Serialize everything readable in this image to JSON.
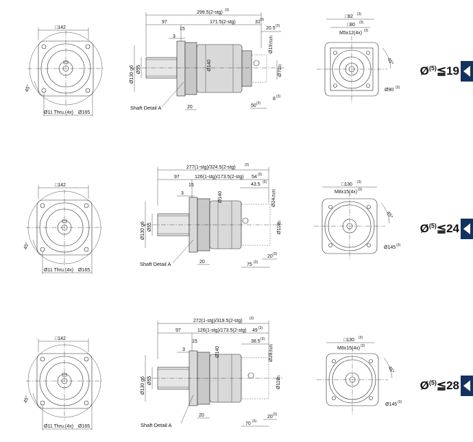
{
  "drawings": [
    {
      "front": {
        "square": "□142",
        "angle": "45°",
        "holes": "Ø11 Thru.(4x)",
        "bolt_circle": "Ø165"
      },
      "side": {
        "overall": "299.5(2-stg)",
        "overall_sup": "(3)",
        "d97": "97",
        "d171": "171.5(2-stg)",
        "d3": "3",
        "d15": "15",
        "d31": "31",
        "d31_sup": "(3)",
        "d20_5": "20.5",
        "d20_5_sup": "(3)",
        "dia130": "Ø130 g6",
        "dia55": "Ø55",
        "dia140": "Ø140",
        "dia19": "Ø19",
        "dia19_sup": "(5)(6)",
        "dia70": "Ø70",
        "dia70_sup": "(3)",
        "d8": "8",
        "d8_sup": "(3)",
        "d50": "50",
        "d50_sup": "(3)",
        "d20": "20",
        "shaft_detail": "Shaft Detail  A"
      },
      "rear": {
        "sq92": "□92",
        "sq92_sup": "(3)",
        "sq80": "□80",
        "sq80_sup": "(3)",
        "thread": "M5x12(4x)",
        "thread_sup": "(3)",
        "angle": "45°",
        "pcd": "Ø90",
        "pcd_sup": "(3)"
      },
      "ratio": {
        "prefix": "Ø",
        "sup": "(5)",
        "rest": "≦19"
      }
    },
    {
      "front": {
        "square": "□142",
        "angle": "45°",
        "holes": "Ø11 Thru.(4x)",
        "bolt_circle": "Ø165"
      },
      "side": {
        "overall": "277(1-stg)/324.5(2-stg)",
        "overall_sup": "(3)",
        "d97": "97",
        "dmid": "126(1-stg)/173.5(2-stg)",
        "dright": "54",
        "dright_sup": "(3)",
        "d3": "3",
        "d15": "15",
        "d43": "43.5",
        "d43_sup": "(3)",
        "dia130": "Ø130 g6",
        "dia55": "Ø55",
        "dia140": "Ø140",
        "dia24": "Ø24",
        "dia24_sup": "(5)(6)",
        "dia110": "Ø110",
        "dia110_sup": "(3)",
        "d20": "20",
        "d20b": "20",
        "d20b_sup": "(3)",
        "d75": "75",
        "d75_sup": "(3)",
        "shaft_detail": "Shaft Detail  A"
      },
      "rear": {
        "sq": "□130",
        "sq_sup": "(3)",
        "thread": "M8x15(4x)",
        "thread_sup": "(3)",
        "angle": "45°",
        "pcd": "Ø145",
        "pcd_sup": "(3)"
      },
      "ratio": {
        "prefix": "Ø",
        "sup": "(5)",
        "rest": "≦24"
      }
    },
    {
      "front": {
        "square": "□142",
        "angle": "45°",
        "holes": "Ø11 Thru.(4x)",
        "bolt_circle": "Ø165"
      },
      "side": {
        "overall": "272(1-stg)/319.5(2-stg)",
        "overall_sup": "(3)",
        "d97": "97",
        "dmid": "126(1-stg)/173.5(2-stg)",
        "dright": "49",
        "dright_sup": "(3)",
        "d3": "3",
        "d15": "15",
        "d38": "38.5",
        "d38_sup": "(3)",
        "dia130": "Ø130 g6",
        "dia55": "Ø55",
        "dia140": "Ø140",
        "dia28": "Ø28",
        "dia28_sup": "(5)(6)",
        "dia110": "Ø110",
        "dia110_sup": "(3)",
        "d20": "20",
        "d20b": "20",
        "d20b_sup": "(3)",
        "d70": "70",
        "d70_sup": "(3)",
        "shaft_detail": "Shaft Detail  A"
      },
      "rear": {
        "sq": "□130",
        "sq_sup": "(3)",
        "thread": "M8x15(4x)",
        "thread_sup": "(3)",
        "angle": "45°",
        "pcd": "Ø145",
        "pcd_sup": "(3)"
      },
      "ratio": {
        "prefix": "Ø",
        "sup": "(5)",
        "rest": "≦28"
      }
    }
  ]
}
